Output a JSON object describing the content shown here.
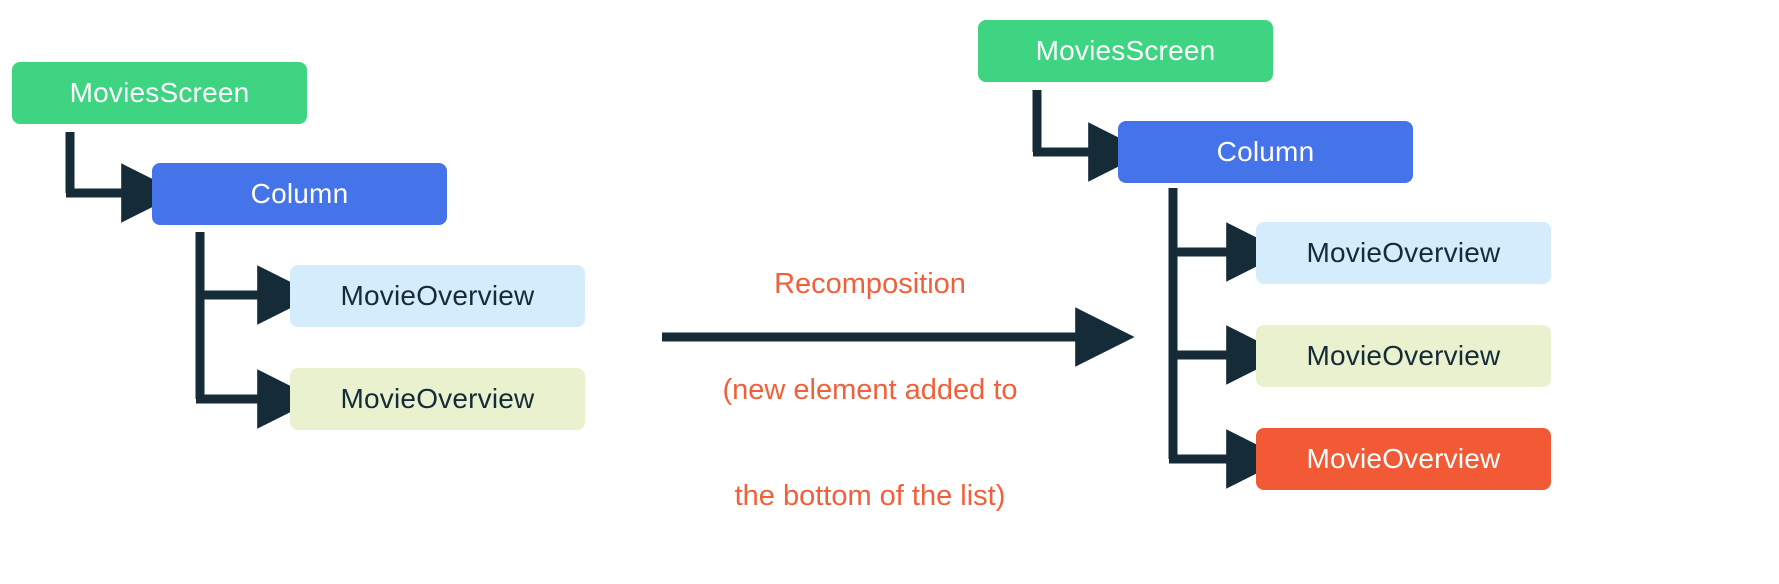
{
  "diagram": {
    "title_text": "Recomposition (new element added to the bottom of the list)",
    "colors": {
      "green": "#3ed481",
      "blue": "#4574ea",
      "light_blue": "#d4ecfb",
      "lime": "#eaf1cf",
      "orange": "#f15a34",
      "connector": "#162b38",
      "caption": "#f1603a",
      "background": "#ffffff"
    },
    "before": {
      "root": {
        "label": "MoviesScreen",
        "color": "green"
      },
      "container": {
        "label": "Column",
        "color": "blue"
      },
      "children": [
        {
          "label": "MovieOverview",
          "color": "light_blue"
        },
        {
          "label": "MovieOverview",
          "color": "lime"
        }
      ]
    },
    "transition": {
      "lines": [
        "Recomposition",
        "(new element added to",
        "the bottom of the list)"
      ],
      "arrow": "right-arrow"
    },
    "after": {
      "root": {
        "label": "MoviesScreen",
        "color": "green"
      },
      "container": {
        "label": "Column",
        "color": "blue"
      },
      "children": [
        {
          "label": "MovieOverview",
          "color": "light_blue"
        },
        {
          "label": "MovieOverview",
          "color": "lime"
        },
        {
          "label": "MovieOverview",
          "color": "orange"
        }
      ]
    }
  }
}
